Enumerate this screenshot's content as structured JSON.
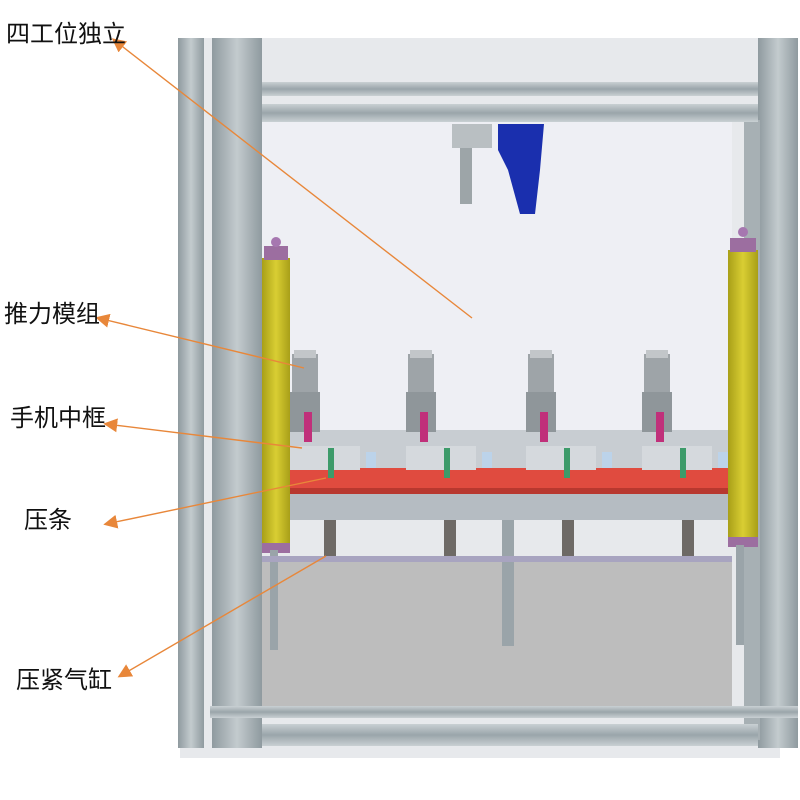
{
  "callouts": {
    "workstation": "四工位独立",
    "push_module": "推力模组",
    "phone_frame": "手机中框",
    "press_strip": "压条",
    "clamp_cylinder": "压紧气缸"
  },
  "colors": {
    "leader": "#e8873a",
    "frame_steel": "#a9b2b6",
    "cylinder_yellow": "#cdc22a",
    "press_red": "#e04b3f",
    "gripper_blue": "#1a2fae",
    "clamp_magenta": "#c0307a",
    "floor_gray": "#bfbfbf"
  },
  "stations": 4
}
